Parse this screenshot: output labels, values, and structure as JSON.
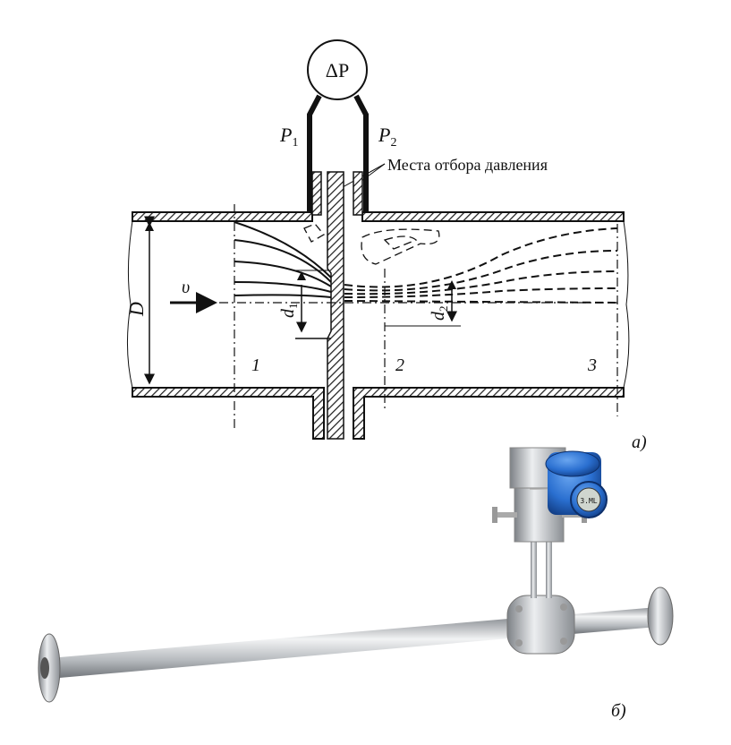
{
  "diagram": {
    "gauge_label": "ΔP",
    "p1_label": "P",
    "p1_sub": "1",
    "p2_label": "P",
    "p2_sub": "2",
    "tap_callout": "Места отбора давления",
    "diameter_label": "D",
    "velocity_label": "υ",
    "d1_label": "d",
    "d1_sub": "1",
    "d2_label": "d",
    "d2_sub": "2",
    "section_1": "1",
    "section_2": "2",
    "section_3": "3",
    "panel_a": "а)"
  },
  "photo": {
    "display_text": "3.ML",
    "panel_b": "б)",
    "accent_color": "#2a6fd0"
  }
}
